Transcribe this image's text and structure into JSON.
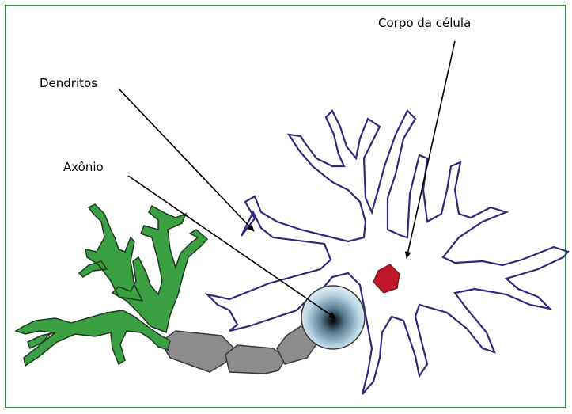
{
  "labels": {
    "cell_body": "Corpo da célula",
    "dendrites": "Dendritos",
    "axon": "Axônio"
  },
  "colors": {
    "border": "#3a8a4a",
    "neuron_outline": "#2e2a7a",
    "nucleus": "#c0182a",
    "axon_terminal": "#3aa043",
    "myelin": "#8c8c8c",
    "arrow": "#000000"
  }
}
